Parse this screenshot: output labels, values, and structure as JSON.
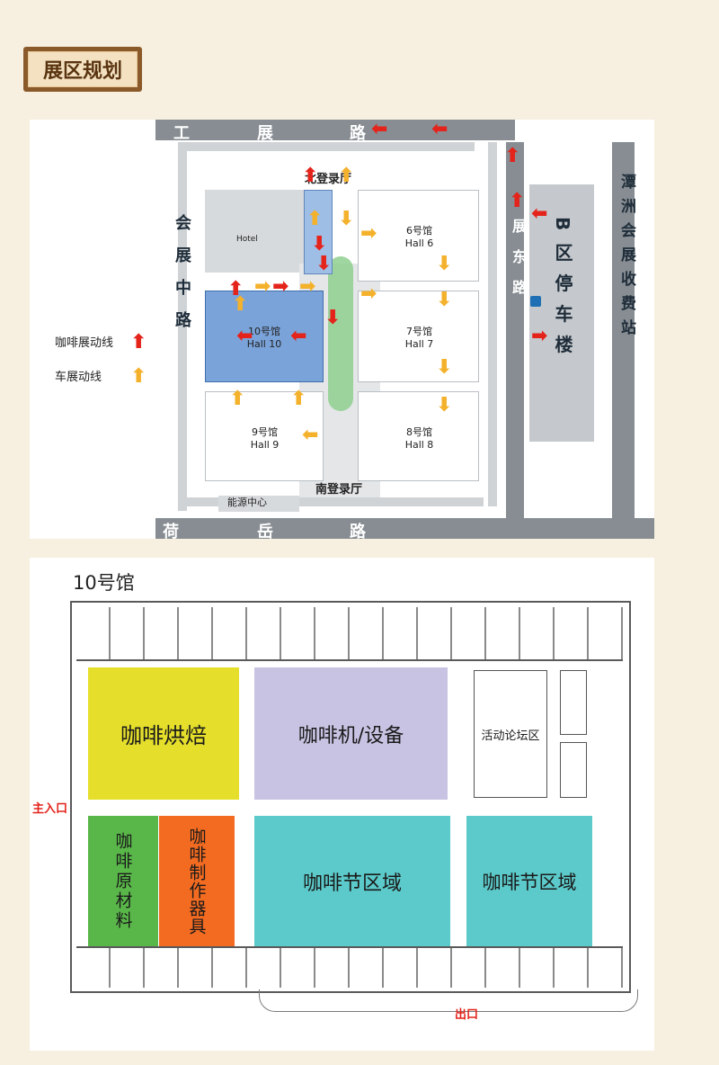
{
  "title": "展区规划",
  "map": {
    "roads": {
      "top": [
        "工",
        "展",
        "路"
      ],
      "bottom": [
        "荷",
        "岳",
        "路"
      ],
      "left": "会展中路",
      "east": "展东路",
      "right": "潭洲会展收费站"
    },
    "north_hall": "北登录厅",
    "south_hall": "南登录厅",
    "energy_center": "能源中心",
    "parking": "B区停车楼",
    "hotel": "Hotel",
    "halls": [
      {
        "cn": "6号馆",
        "en": "Hall 6"
      },
      {
        "cn": "7号馆",
        "en": "Hall 7"
      },
      {
        "cn": "8号馆",
        "en": "Hall 8"
      },
      {
        "cn": "9号馆",
        "en": "Hall 9"
      },
      {
        "cn": "10号馆",
        "en": "Hall 10"
      }
    ],
    "legend": {
      "coffee": "咖啡展动线",
      "car": "车展动线"
    },
    "colors": {
      "coffee_arrow": "#e4231b",
      "car_arrow": "#f4b12c",
      "hall10": "#7aa3d9"
    }
  },
  "plan": {
    "title": "10号馆",
    "entrance": "主入口",
    "exit": "出口",
    "zones": [
      {
        "label": "咖啡烘焙",
        "color": "#e5df2c"
      },
      {
        "label": "咖啡机/设备",
        "color": "#c9c3e3"
      },
      {
        "label": "活动论坛区",
        "color": "#ffffff"
      },
      {
        "label": "咖啡原材料",
        "color": "#59b749"
      },
      {
        "label": "咖啡制作器具",
        "color": "#f36b21"
      },
      {
        "label": "咖啡节区域",
        "color": "#5ccaca"
      },
      {
        "label": "咖啡节区域",
        "color": "#5ccaca"
      }
    ]
  }
}
